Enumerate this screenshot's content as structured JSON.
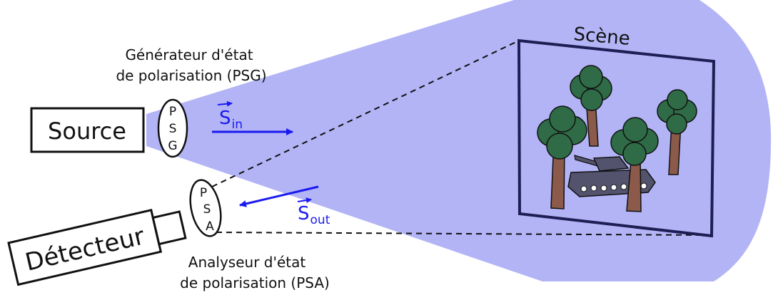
{
  "labels": {
    "source": "Source",
    "detector": "Détecteur",
    "scene": "Scène",
    "psg_title": [
      "Générateur d'état",
      "de polarisation (PSG)"
    ],
    "psa_title": [
      "Analyseur d'état",
      "de polarisation (PSA)"
    ],
    "psg_letters": [
      "P",
      "S",
      "G"
    ],
    "psa_letters": [
      "P",
      "S",
      "A"
    ],
    "s_in": {
      "symbol": "S",
      "sub": "in"
    },
    "s_out": {
      "symbol": "S",
      "sub": "out"
    }
  },
  "colors": {
    "beam": "#b3b4f6",
    "vector": "#1a1af0",
    "scene_frame": "#1e1e55",
    "tree_foliage": "#2f6b46",
    "tree_trunk": "#8b5a4a",
    "tank": "#53536e"
  },
  "icons": [
    "tree-icon",
    "tank-icon"
  ]
}
